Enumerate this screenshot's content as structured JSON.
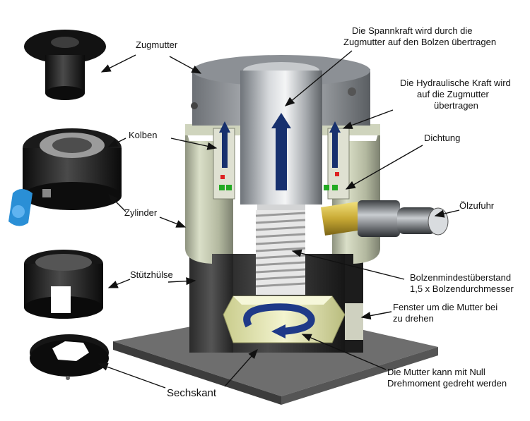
{
  "labels": {
    "zugmutter": "Zugmutter",
    "kolben": "Kolben",
    "zylinder": "Zylinder",
    "stuetzhuelse": "Stützhülse",
    "sechskant": "Sechskant",
    "spannkraft_l1": "Die Spannkraft wird durch die",
    "spannkraft_l2": "Zugmutter auf den Bolzen übertragen",
    "hydraulisch_l1": "Die Hydraulische Kraft wird",
    "hydraulisch_l2": "auf die Zugmutter",
    "hydraulisch_l3": "übertragen",
    "dichtung": "Dichtung",
    "oelzufuhr": "Ölzufuhr",
    "bolzen_l1": "Bolzenmindestüberstand",
    "bolzen_l2": "1,5 x Bolzendurchmesser",
    "fenster_l1": "Fenster um die Mutter bei",
    "fenster_l2": "zu drehen",
    "mutter_l1": "Die Mutter kann mit Null",
    "mutter_l2": "Drehmoment gedreht werden"
  },
  "colors": {
    "arrow_blue": "#17306e",
    "metal_dark": "#1b1b1b",
    "cylinder_green": "#b7bca6",
    "nut_yellow": "#e9ebb2",
    "brass": "#d9c24a",
    "coupler_blue": "#2a8fd6"
  }
}
